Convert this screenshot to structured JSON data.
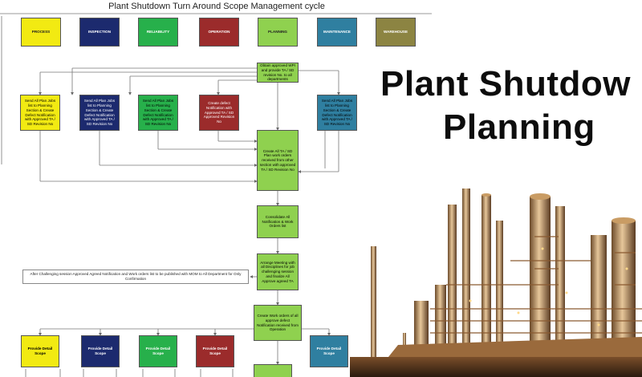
{
  "diagram": {
    "title": "Plant Shutdown Turn Around Scope Management cycle",
    "departments": [
      {
        "label": "PROCESS",
        "color": "#f2ea12"
      },
      {
        "label": "INSPECTION",
        "color": "#1c2a6e"
      },
      {
        "label": "RELIABILITY",
        "color": "#27b04b"
      },
      {
        "label": "OPERATION",
        "color": "#9b2b2b"
      },
      {
        "label": "PLANNING",
        "color": "#8fd14f"
      },
      {
        "label": "MAINTENANCE",
        "color": "#2f7fa0"
      },
      {
        "label": "WAREHOUSE",
        "color": "#8c8442"
      }
    ],
    "steps": {
      "obtain_approved": "Obtain approved WPI and provide TA / SD revision No. to all departments",
      "process_send": "Send All Plan Jobs list to Planning Section & Create Defect Notification with Approved TA / SD Revision No",
      "inspection_send": "Send All Plan Jobs list to Planning Section & Create Defect Notification with Approved TA / SD Revision No",
      "reliability_send": "Send All Plan Jobs list to Planning Section & Create Defect Notification with Approved TA / SD Revision No",
      "operation_create": "Create defect Notification with Approved TA / SD Approved Revision No",
      "maintenance_send": "Send All Plan Jobs list to Planning Section & Create Defect Notification with Approved TA / SD Revision No",
      "create_work_orders": "Create All TA / SD Plan work orders received from other section with approved TA / SD Revision No",
      "consolidate": "Consolidate All Notification & Work Orders list",
      "arrange_meeting": "Arrange Meeting with all Disciplines for job challenging session and finalize All Approve agreed TA",
      "create_wo_defect": "Create Work orders of all approve defect Notification received from Operation",
      "note": "After Challenging session Approved Agreed Notification and Work orders list to be published with MOM to All Department for Only Confirmation",
      "provide_detail_scope": "Provide Detail Scope"
    }
  },
  "heading": {
    "line1": "Plant Shutdow",
    "line2": "Planning"
  }
}
